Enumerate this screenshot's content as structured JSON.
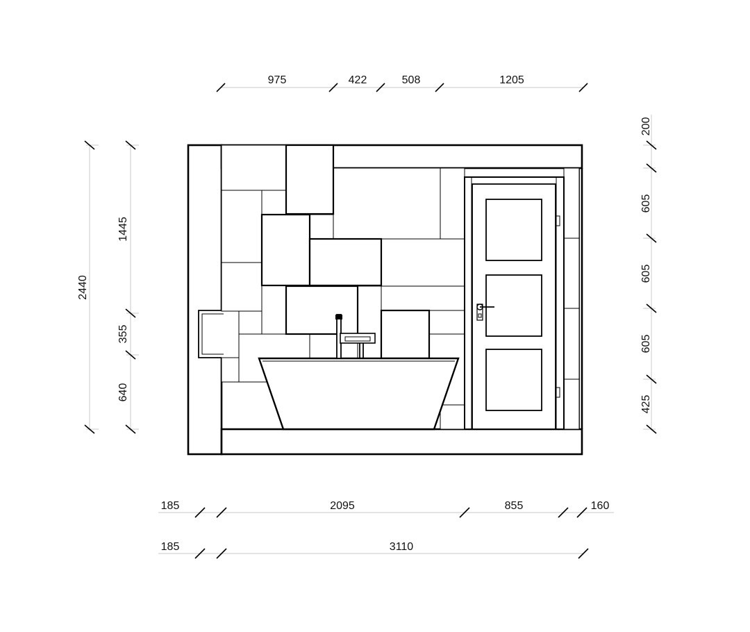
{
  "dimensions": {
    "top": [
      "975",
      "422",
      "508",
      "1205"
    ],
    "bottom_row1": [
      "185",
      "2095",
      "855",
      "160"
    ],
    "bottom_row2": [
      "185",
      "3110"
    ],
    "left_outer": [
      "2440"
    ],
    "left_inner": [
      "1445",
      "355",
      "640"
    ],
    "right": [
      "200",
      "605",
      "605",
      "605",
      "425"
    ]
  },
  "colors": {
    "line": "#000000",
    "extension_line": "#c8c8c8",
    "background": "#ffffff"
  }
}
